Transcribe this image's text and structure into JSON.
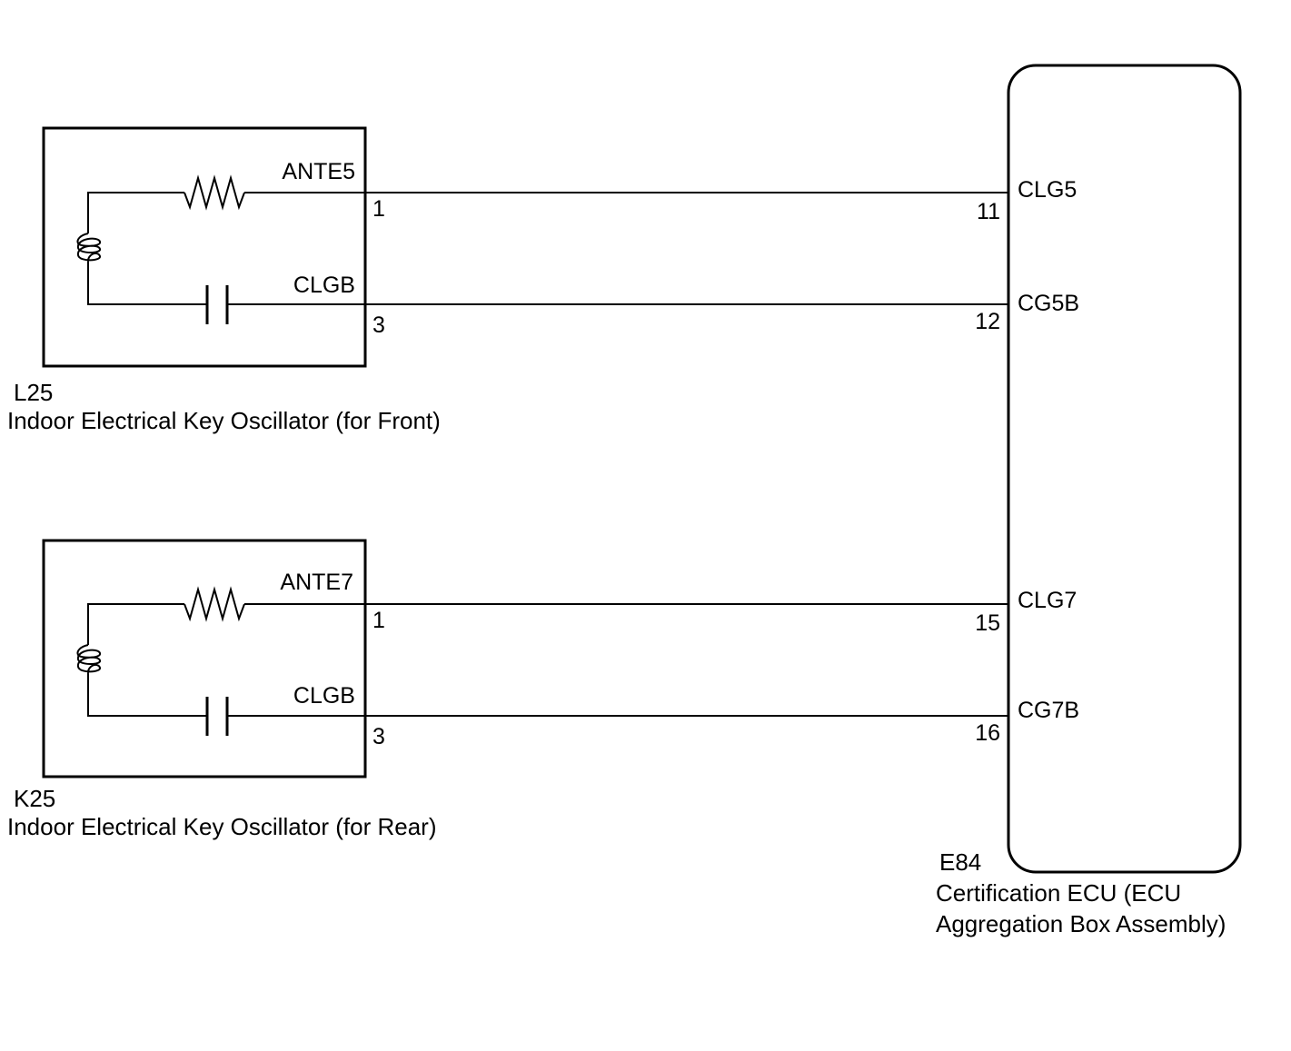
{
  "colors": {
    "line": "#000000",
    "background": "#ffffff"
  },
  "front_oscillator": {
    "connector": "L25",
    "name": "Indoor Electrical Key Oscillator (for Front)",
    "pins": [
      {
        "signal": "ANTE5",
        "pin": "1"
      },
      {
        "signal": "CLGB",
        "pin": "3"
      }
    ]
  },
  "rear_oscillator": {
    "connector": "K25",
    "name": "Indoor Electrical Key Oscillator (for Rear)",
    "pins": [
      {
        "signal": "ANTE7",
        "pin": "1"
      },
      {
        "signal": "CLGB",
        "pin": "3"
      }
    ]
  },
  "ecu": {
    "connector": "E84",
    "name_line1": "Certification ECU (ECU",
    "name_line2": "Aggregation Box Assembly)",
    "pins": [
      {
        "signal": "CLG5",
        "pin": "11"
      },
      {
        "signal": "CG5B",
        "pin": "12"
      },
      {
        "signal": "CLG7",
        "pin": "15"
      },
      {
        "signal": "CG7B",
        "pin": "16"
      }
    ]
  }
}
